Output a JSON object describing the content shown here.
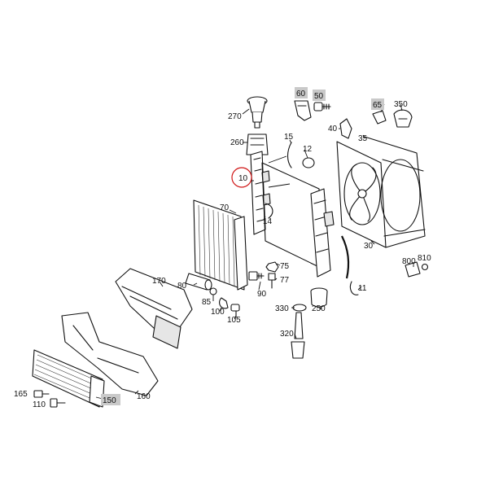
{
  "diagram": {
    "highlight_color": "#d01515",
    "shaded_label_color": "#c9c9c9",
    "selected_part": "10",
    "labels": {
      "p10": "10",
      "p11": "11",
      "p12": "12",
      "p14": "14",
      "p15": "15",
      "p30": "30",
      "p35": "35",
      "p40": "40",
      "p50": "50",
      "p60": "60",
      "p65": "65",
      "p70": "70",
      "p75": "75",
      "p77": "77",
      "p80": "80",
      "p85": "85",
      "p90": "90",
      "p100": "100",
      "p105": "105",
      "p110": "110",
      "p150": "150",
      "p160": "160",
      "p165": "165",
      "p170": "170",
      "p250": "250",
      "p260": "260",
      "p270": "270",
      "p320": "320",
      "p330": "330",
      "p350": "350",
      "p800": "800",
      "p810": "810"
    }
  }
}
